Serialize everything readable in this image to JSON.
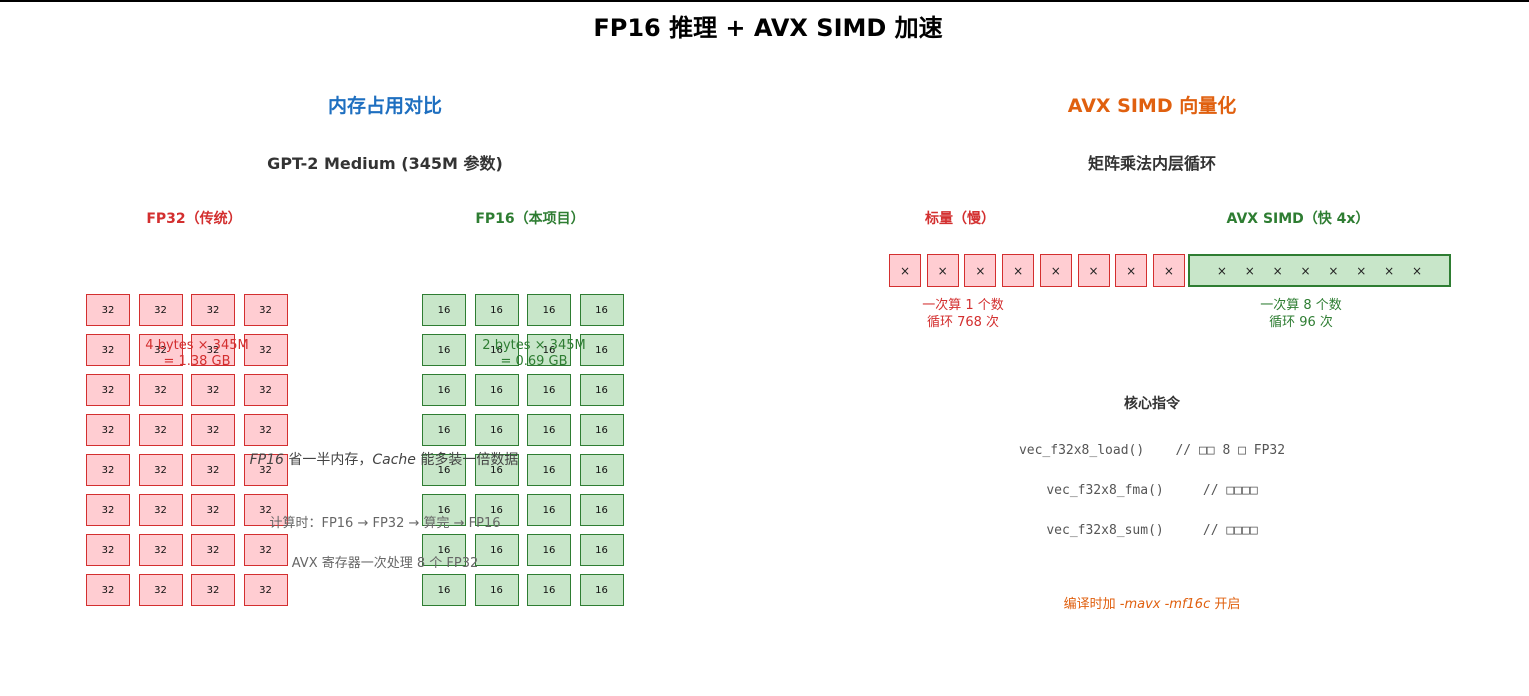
{
  "title": "FP16 推理 + AVX SIMD 加速",
  "left": {
    "heading": "内存占用对比",
    "subtitle": "GPT-2 Medium (345M 参数)",
    "fp32_label": "FP32（传统）",
    "fp16_label": "FP16（本项目）",
    "fp32_cell": "32",
    "fp16_cell": "16",
    "fp32_mem_line1": "4 bytes × 345M",
    "fp32_mem_line2": "= 1.38 GB",
    "fp16_mem_line1": "2 bytes × 345M",
    "fp16_mem_line2": "= 0.69 GB",
    "note_fp16": "FP16",
    "note_main": " 省一半内存，",
    "note_cache": "Cache",
    "note_tail": " 能多装一倍数据",
    "note_compute": "计算时：FP16 → FP32 → 算完 → FP16",
    "note_avx": "AVX 寄存器一次处理 8 个 FP32",
    "colors": {
      "red": "#d32f2f",
      "green": "#2e7d32",
      "blue": "#1e6fc0"
    }
  },
  "right": {
    "heading": "AVX SIMD 向量化",
    "subtitle": "矩阵乘法内层循环",
    "scalar_label": "标量（慢）",
    "simd_label": "AVX SIMD（快 4x）",
    "mult_symbol": "×",
    "scalar_cap1": "一次算 1 个数",
    "scalar_cap2": "循环 768 次",
    "simd_cap1": "一次算 8 个数",
    "simd_cap2": "循环 96 次",
    "core_heading": "核心指令",
    "code1": "vec_f32x8_load()    // □□ 8 □ FP32",
    "code2": "vec_f32x8_fma()     // □□□□",
    "code3": "vec_f32x8_sum()     // □□□□",
    "compile_prefix": "编译时加 ",
    "compile_flags": "-mavx -mf16c",
    "compile_suffix": " 开启",
    "colors": {
      "orange": "#e0600f"
    }
  }
}
